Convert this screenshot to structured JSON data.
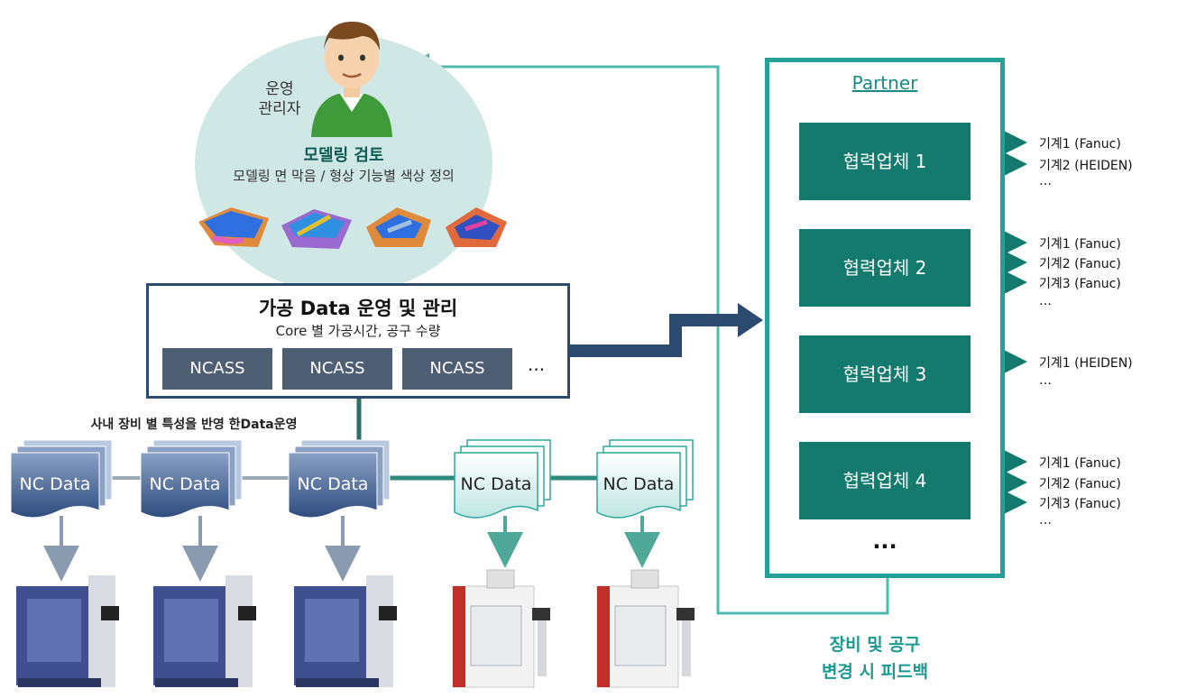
{
  "operator": {
    "label_line1": "운영",
    "label_line2": "관리자"
  },
  "modeling": {
    "title": "모델링 검토",
    "subtitle": "모델링 면 막음 / 형상 기능별 색상 정의"
  },
  "operations": {
    "title": "가공 Data 운영 및 관리",
    "subtitle": "Core 별 가공시간, 공구 수량",
    "modules": [
      "NCASS",
      "NCASS",
      "NCASS"
    ],
    "more": "..."
  },
  "inhouse_label": "사내 장비 별 특성을 반영 한Data운영",
  "nc_data": {
    "inhouse": [
      "NC Data",
      "NC Data",
      "NC Data"
    ],
    "external": [
      "NC Data",
      "NC Data"
    ]
  },
  "partner": {
    "label": "Partner",
    "more": "...",
    "vendors": [
      {
        "name": "협력업체 1",
        "machines": [
          "기계1 (Fanuc)",
          "기계2 (HEIDEN)",
          "…"
        ]
      },
      {
        "name": "협력업체 2",
        "machines": [
          "기계1 (Fanuc)",
          "기계2 (Fanuc)",
          "기계3 (Fanuc)",
          "…"
        ]
      },
      {
        "name": "협력업체 3",
        "machines": [
          "기계1 (HEIDEN)",
          "…"
        ]
      },
      {
        "name": "협력업체 4",
        "machines": [
          "기계1 (Fanuc)",
          "기계2 (Fanuc)",
          "기계3 (Fanuc)",
          "…"
        ]
      }
    ]
  },
  "feedback": {
    "line1": "장비 및 공구",
    "line2": "변경 시 피드백"
  },
  "colors": {
    "teal": "#24a098",
    "dark_teal": "#147a6e",
    "navy": "#2c4a6e",
    "module_gray": "#4f5f73",
    "circle": "#cfe8e6"
  }
}
